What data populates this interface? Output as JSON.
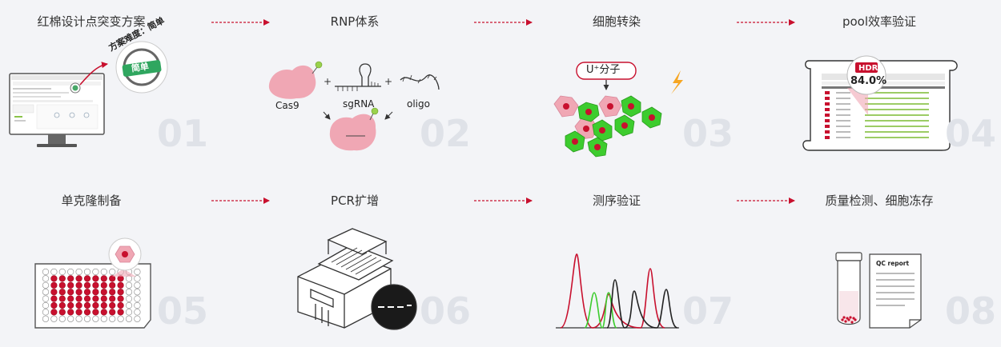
{
  "steps": [
    {
      "n": "01",
      "title": "红棉设计点突变方案",
      "badge": "方案难度：简单",
      "badge_inner": "简单"
    },
    {
      "n": "02",
      "title": "RNP体系",
      "labels": [
        "Cas9",
        "sgRNA",
        "oligo"
      ]
    },
    {
      "n": "03",
      "title": "细胞转染",
      "bubble": "U⁺分子"
    },
    {
      "n": "04",
      "title": "pool效率验证",
      "tag": "HDR",
      "value": "84.0%"
    },
    {
      "n": "05",
      "title": "单克隆制备"
    },
    {
      "n": "06",
      "title": "PCR扩增"
    },
    {
      "n": "07",
      "title": "测序验证"
    },
    {
      "n": "08",
      "title": "质量检测、细胞冻存",
      "report": "QC report"
    }
  ],
  "colors": {
    "accent": "#c8102e",
    "pink": "#f0a7b4",
    "green": "#3dcc2e",
    "number": "#dfe2e8",
    "bg": "#f3f4f7"
  }
}
